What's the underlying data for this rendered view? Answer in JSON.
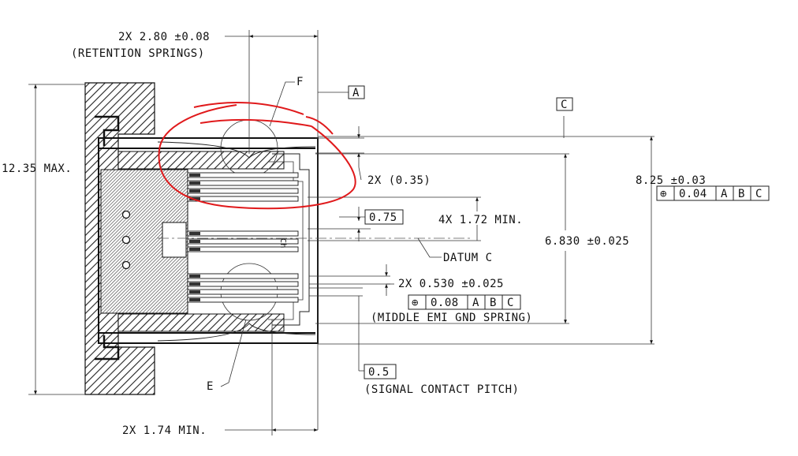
{
  "drawing": {
    "dim_springs": "2X 2.80 ±0.08",
    "note_springs": "(RETENTION SPRINGS)",
    "label_f": "F",
    "datum_a": "A",
    "datum_c_box": "C",
    "dim_height_left": "12.35 MAX.",
    "dim_035": "2X (0.35)",
    "dim_825": "8.25 ±0.03",
    "fcf_825": {
      "symbol": "⊕",
      "tol": "0.04",
      "a": "A",
      "b": "B",
      "c": "C"
    },
    "box_075": "0.75",
    "dim_172": "4X 1.72 MIN.",
    "dim_6830": "6.830 ±0.025",
    "contact_mark": "Ch",
    "datum_c_label": "DATUM C",
    "dim_0530": "2X 0.530 ±0.025",
    "fcf_0530": {
      "symbol": "⊕",
      "tol": "0.08",
      "a": "A",
      "b": "B",
      "c": "C"
    },
    "note_middle": "(MIDDLE EMI GND SPRING)",
    "label_e": "E",
    "box_05": "0.5",
    "note_pitch": "(SIGNAL CONTACT PITCH)",
    "dim_174": "2X 1.74 MIN."
  },
  "colors": {
    "markup": "#e0191b",
    "ink": "#111111"
  }
}
